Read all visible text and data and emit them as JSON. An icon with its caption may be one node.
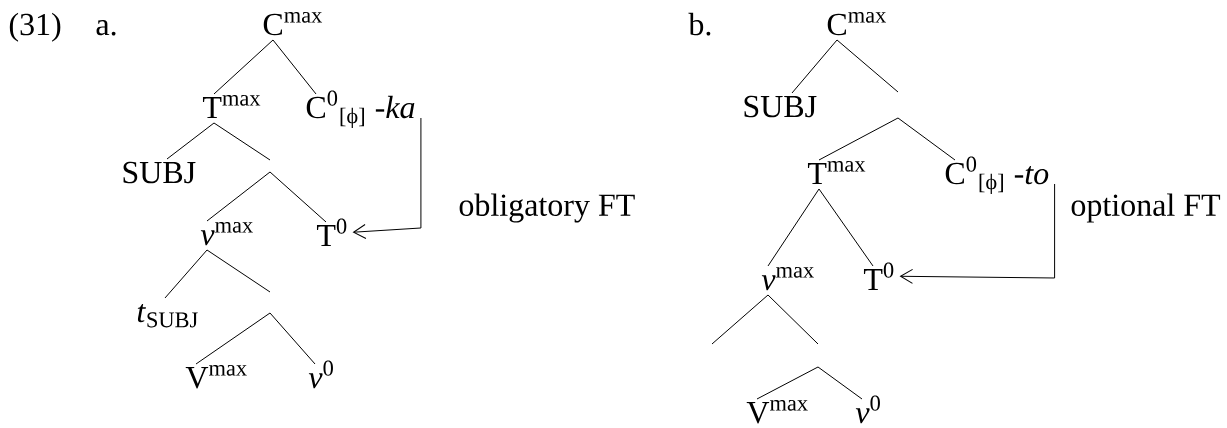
{
  "diagram": {
    "nodes": [
      {
        "text": [
          "C$^{max}$"
        ]
      },
      {
        "text": [
          "T$^{max}$"
        ]
      },
      {
        "text": [
          "C$^{0}$$_{[ϕ]}$ -*ka*"
        ]
      },
      {
        "text": [
          "SUBJ"
        ]
      },
      {
        "text": [
          "*v*$^{max}$"
        ]
      },
      {
        "text": [
          "T$^{0}$"
        ]
      },
      {
        "text": [
          "*t*$_{SUBJ}$"
        ]
      },
      {
        "text": [
          "V$^{max}$"
        ]
      },
      {
        "text": [
          "*v*$^{0}$"
        ]
      },
      {
        "text": [
          "C$^{max}$"
        ]
      },
      {
        "text": [
          "SUBJ"
        ]
      },
      {
        "text": [
          "T$^{max}$"
        ]
      },
      {
        "text": [
          "C$^{0}$$_{[ϕ]}$ -*to*"
        ]
      },
      {
        "text": [
          "*v*$^{max}$"
        ]
      },
      {
        "text": [
          "T$^{0}$"
        ]
      },
      {
        "text": [
          "V$^{max}$"
        ]
      },
      {
        "text": [
          "*v*$^{0}$"
        ]
      }
    ],
    "edges": [
      {
        "from": 0,
        "to": 1,
        "arrow": "none"
      },
      {
        "from": 0,
        "to": 2,
        "arrow": "none"
      },
      {
        "from": 1,
        "to": 3,
        "arrow": "none"
      },
      {
        "from": 1,
        "to": null,
        "arrow": "none"
      },
      {
        "from": null,
        "to": 4,
        "arrow": "none"
      },
      {
        "from": null,
        "to": 5,
        "arrow": "none"
      },
      {
        "from": 4,
        "to": 6,
        "arrow": "none"
      },
      {
        "from": 4,
        "to": null,
        "arrow": "none"
      },
      {
        "from": null,
        "to": 7,
        "arrow": "none"
      },
      {
        "from": null,
        "to": 8,
        "arrow": "none"
      },
      {
        "from": 2,
        "to": 5,
        "arrow": "to",
        "label": "obligatory FT"
      },
      {
        "from": 9,
        "to": 10,
        "arrow": "none"
      },
      {
        "from": 9,
        "to": null,
        "arrow": "none"
      },
      {
        "from": null,
        "to": 11,
        "arrow": "none"
      },
      {
        "from": null,
        "to": 12,
        "arrow": "none"
      },
      {
        "from": 11,
        "to": 13,
        "arrow": "none"
      },
      {
        "from": 11,
        "to": 14,
        "arrow": "none"
      },
      {
        "from": 13,
        "to": null,
        "arrow": "none"
      },
      {
        "from": 13,
        "to": null,
        "arrow": "none"
      },
      {
        "from": null,
        "to": 15,
        "arrow": "none"
      },
      {
        "from": null,
        "to": 16,
        "arrow": "none"
      },
      {
        "from": 12,
        "to": 14,
        "arrow": "to",
        "label": "optional FT"
      }
    ],
    "labels": [
      "(31)",
      "a.",
      "b."
    ]
  }
}
